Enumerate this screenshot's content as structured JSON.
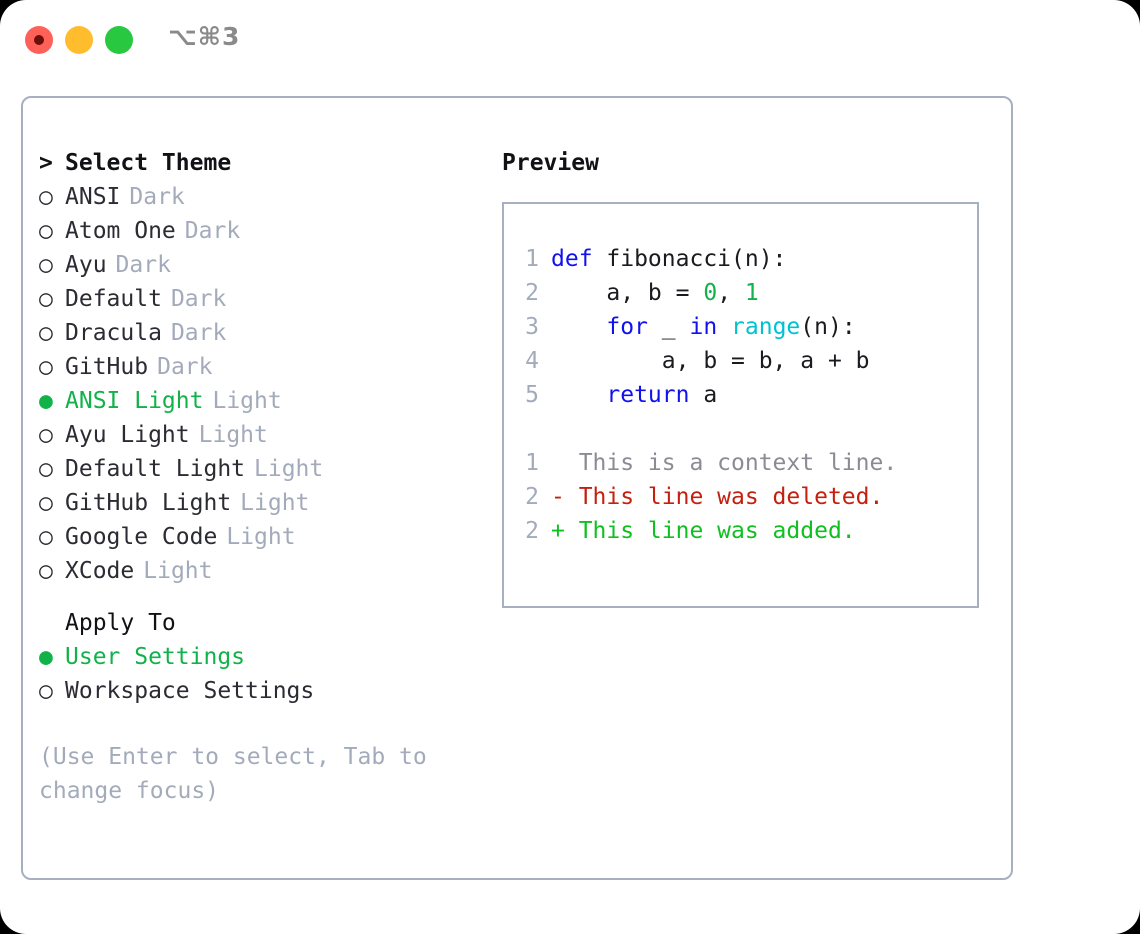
{
  "titlebar": {
    "shortcut": "⌥⌘3",
    "buttons": {
      "close": "close-button",
      "minimize": "minimize-button",
      "maximize": "maximize-button"
    }
  },
  "theme_panel": {
    "header": "Select Theme",
    "header_marker": ">",
    "marker_selected": "●",
    "marker_unselected": "○",
    "items": [
      {
        "name": "ANSI",
        "tag": "Dark",
        "selected": false
      },
      {
        "name": "Atom One",
        "tag": "Dark",
        "selected": false
      },
      {
        "name": "Ayu",
        "tag": "Dark",
        "selected": false
      },
      {
        "name": "Default",
        "tag": "Dark",
        "selected": false
      },
      {
        "name": "Dracula",
        "tag": "Dark",
        "selected": false
      },
      {
        "name": "GitHub",
        "tag": "Dark",
        "selected": false
      },
      {
        "name": "ANSI Light",
        "tag": "Light",
        "selected": true
      },
      {
        "name": "Ayu Light",
        "tag": "Light",
        "selected": false
      },
      {
        "name": "Default Light",
        "tag": "Light",
        "selected": false
      },
      {
        "name": "GitHub Light",
        "tag": "Light",
        "selected": false
      },
      {
        "name": "Google Code",
        "tag": "Light",
        "selected": false
      },
      {
        "name": "XCode",
        "tag": "Light",
        "selected": false
      }
    ]
  },
  "apply_to": {
    "header": "Apply To",
    "options": [
      {
        "label": "User Settings",
        "selected": true
      },
      {
        "label": "Workspace Settings",
        "selected": false
      }
    ]
  },
  "hint": "(Use Enter to select, Tab to change focus)",
  "preview": {
    "header": "Preview",
    "code_lines": [
      {
        "lineno": "1",
        "tokens": [
          {
            "t": "def",
            "c": "kw"
          },
          {
            "t": " fibonacci(n):",
            "c": "txt"
          }
        ]
      },
      {
        "lineno": "2",
        "tokens": [
          {
            "t": "    a, b = ",
            "c": "txt"
          },
          {
            "t": "0",
            "c": "num"
          },
          {
            "t": ", ",
            "c": "txt"
          },
          {
            "t": "1",
            "c": "num"
          }
        ]
      },
      {
        "lineno": "3",
        "tokens": [
          {
            "t": "    ",
            "c": "txt"
          },
          {
            "t": "for",
            "c": "kw"
          },
          {
            "t": " _ ",
            "c": "txt"
          },
          {
            "t": "in",
            "c": "kw"
          },
          {
            "t": " ",
            "c": "txt"
          },
          {
            "t": "range",
            "c": "fn"
          },
          {
            "t": "(n):",
            "c": "txt"
          }
        ]
      },
      {
        "lineno": "4",
        "tokens": [
          {
            "t": "        a, b = b, a + b",
            "c": "txt"
          }
        ]
      },
      {
        "lineno": "5",
        "tokens": [
          {
            "t": "    ",
            "c": "txt"
          },
          {
            "t": "return",
            "c": "kw"
          },
          {
            "t": " a",
            "c": "txt"
          }
        ]
      }
    ],
    "diff_lines": [
      {
        "lineno": "1",
        "tokens": [
          {
            "t": "  This is a context line.",
            "c": "ctx"
          }
        ]
      },
      {
        "lineno": "2",
        "tokens": [
          {
            "t": "- This line was deleted.",
            "c": "del"
          }
        ]
      },
      {
        "lineno": "2",
        "tokens": [
          {
            "t": "+ This line was added.",
            "c": "add"
          }
        ]
      }
    ]
  },
  "colors": {
    "accent_green": "#12b24a",
    "border": "#a7b0c0",
    "muted": "#a3abbb",
    "keyword": "#1111ee",
    "function": "#00c2d1",
    "number": "#12b24a",
    "diff_delete": "#c4200f",
    "diff_add": "#10c020",
    "traffic_close": "#ff6159",
    "traffic_min": "#ffbd2e",
    "traffic_max": "#28c840"
  }
}
